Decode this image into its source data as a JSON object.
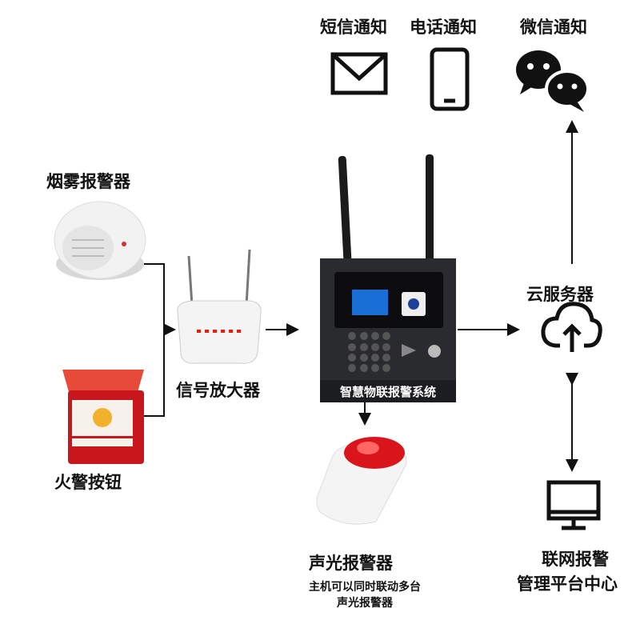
{
  "notifications": [
    {
      "label": "短信通知",
      "icon": "envelope-icon"
    },
    {
      "label": "电话通知",
      "icon": "phone-icon"
    },
    {
      "label": "微信通知",
      "icon": "wechat-icon"
    }
  ],
  "devices": {
    "smoke": "烟雾报警器",
    "fire_button": "火警按钮",
    "amplifier": "信号放大器",
    "host": "智慧物联报警系统",
    "siren": "声光报警器",
    "siren_note_1": "主机可以同时联动多台",
    "siren_note_2": "声光报警器",
    "cloud": "云服务器",
    "center_1": "联网报警",
    "center_2": "管理平台中心"
  },
  "colors": {
    "host_body": "#2a2b2f",
    "screen_blue": "#1a6fd6",
    "siren_red": "#d9141b",
    "fire_button_red": "#c8161d"
  }
}
